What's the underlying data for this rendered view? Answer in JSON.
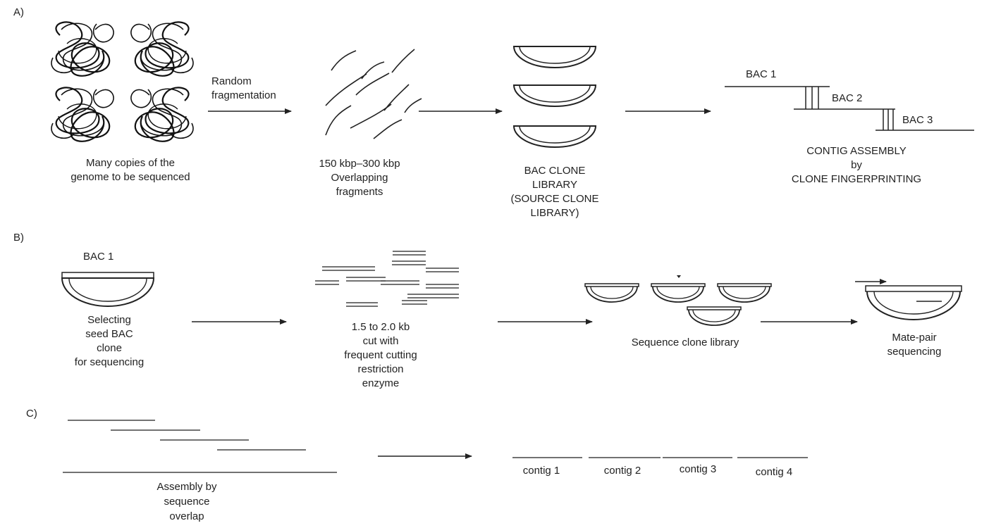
{
  "panel_a": {
    "letter": "A)",
    "genome_caption": [
      "Many copies of the",
      "genome to be sequenced"
    ],
    "fragmentation_label": [
      "Random",
      "fragmentation"
    ],
    "fragments_caption": [
      "150 kbp–300 kbp",
      "Overlapping",
      "fragments"
    ],
    "library_caption": [
      "BAC CLONE",
      "LIBRARY",
      "(SOURCE CLONE",
      "LIBRARY)"
    ],
    "bac_labels": [
      "BAC 1",
      "BAC 2",
      "BAC 3"
    ],
    "contig_caption": [
      "CONTIG ASSEMBLY",
      "by",
      "CLONE FINGERPRINTING"
    ]
  },
  "panel_b": {
    "letter": "B)",
    "seed_label": "BAC 1",
    "seed_caption": [
      "Selecting",
      "seed BAC",
      "clone",
      "for sequencing"
    ],
    "cut_caption": [
      "1.5 to 2.0 kb",
      "cut with",
      "frequent cutting",
      "restriction",
      "enzyme"
    ],
    "library_caption": "Sequence clone library",
    "matepair_caption": [
      "Mate-pair",
      "sequencing"
    ]
  },
  "panel_c": {
    "letter": "C)",
    "assembly_caption": [
      "Assembly by",
      "sequence",
      "overlap"
    ],
    "contigs": [
      "contig 1",
      "contig 2",
      "contig 3",
      "contig 4"
    ]
  }
}
